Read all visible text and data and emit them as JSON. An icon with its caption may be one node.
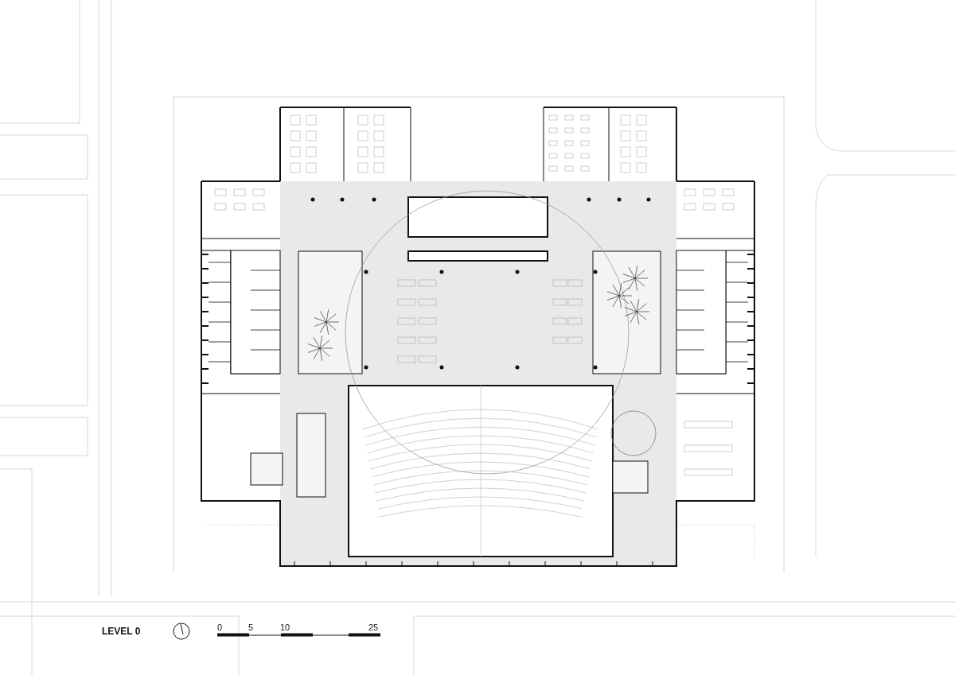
{
  "diagram": {
    "title": "LEVEL 0",
    "labels": [
      "0",
      "5",
      "10",
      "25"
    ]
  }
}
